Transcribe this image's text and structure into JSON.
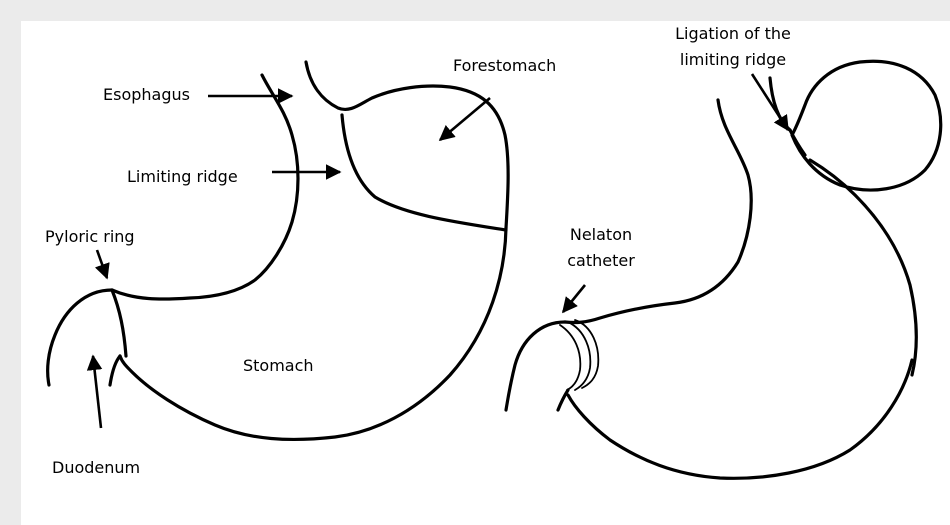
{
  "labels": {
    "esophagus": "Esophagus",
    "forestomach": "Forestomach",
    "limiting_ridge": "Limiting ridge",
    "pyloric_ring": "Pyloric ring",
    "stomach": "Stomach",
    "duodenum": "Duodenum",
    "nelaton_line1": "Nelaton",
    "nelaton_line2": "catheter",
    "ligation_line1": "Ligation of  the",
    "ligation_line2": "limiting ridge"
  },
  "colors": {
    "background": "#ebebeb",
    "panel": "#ffffff",
    "ink": "#000000"
  }
}
